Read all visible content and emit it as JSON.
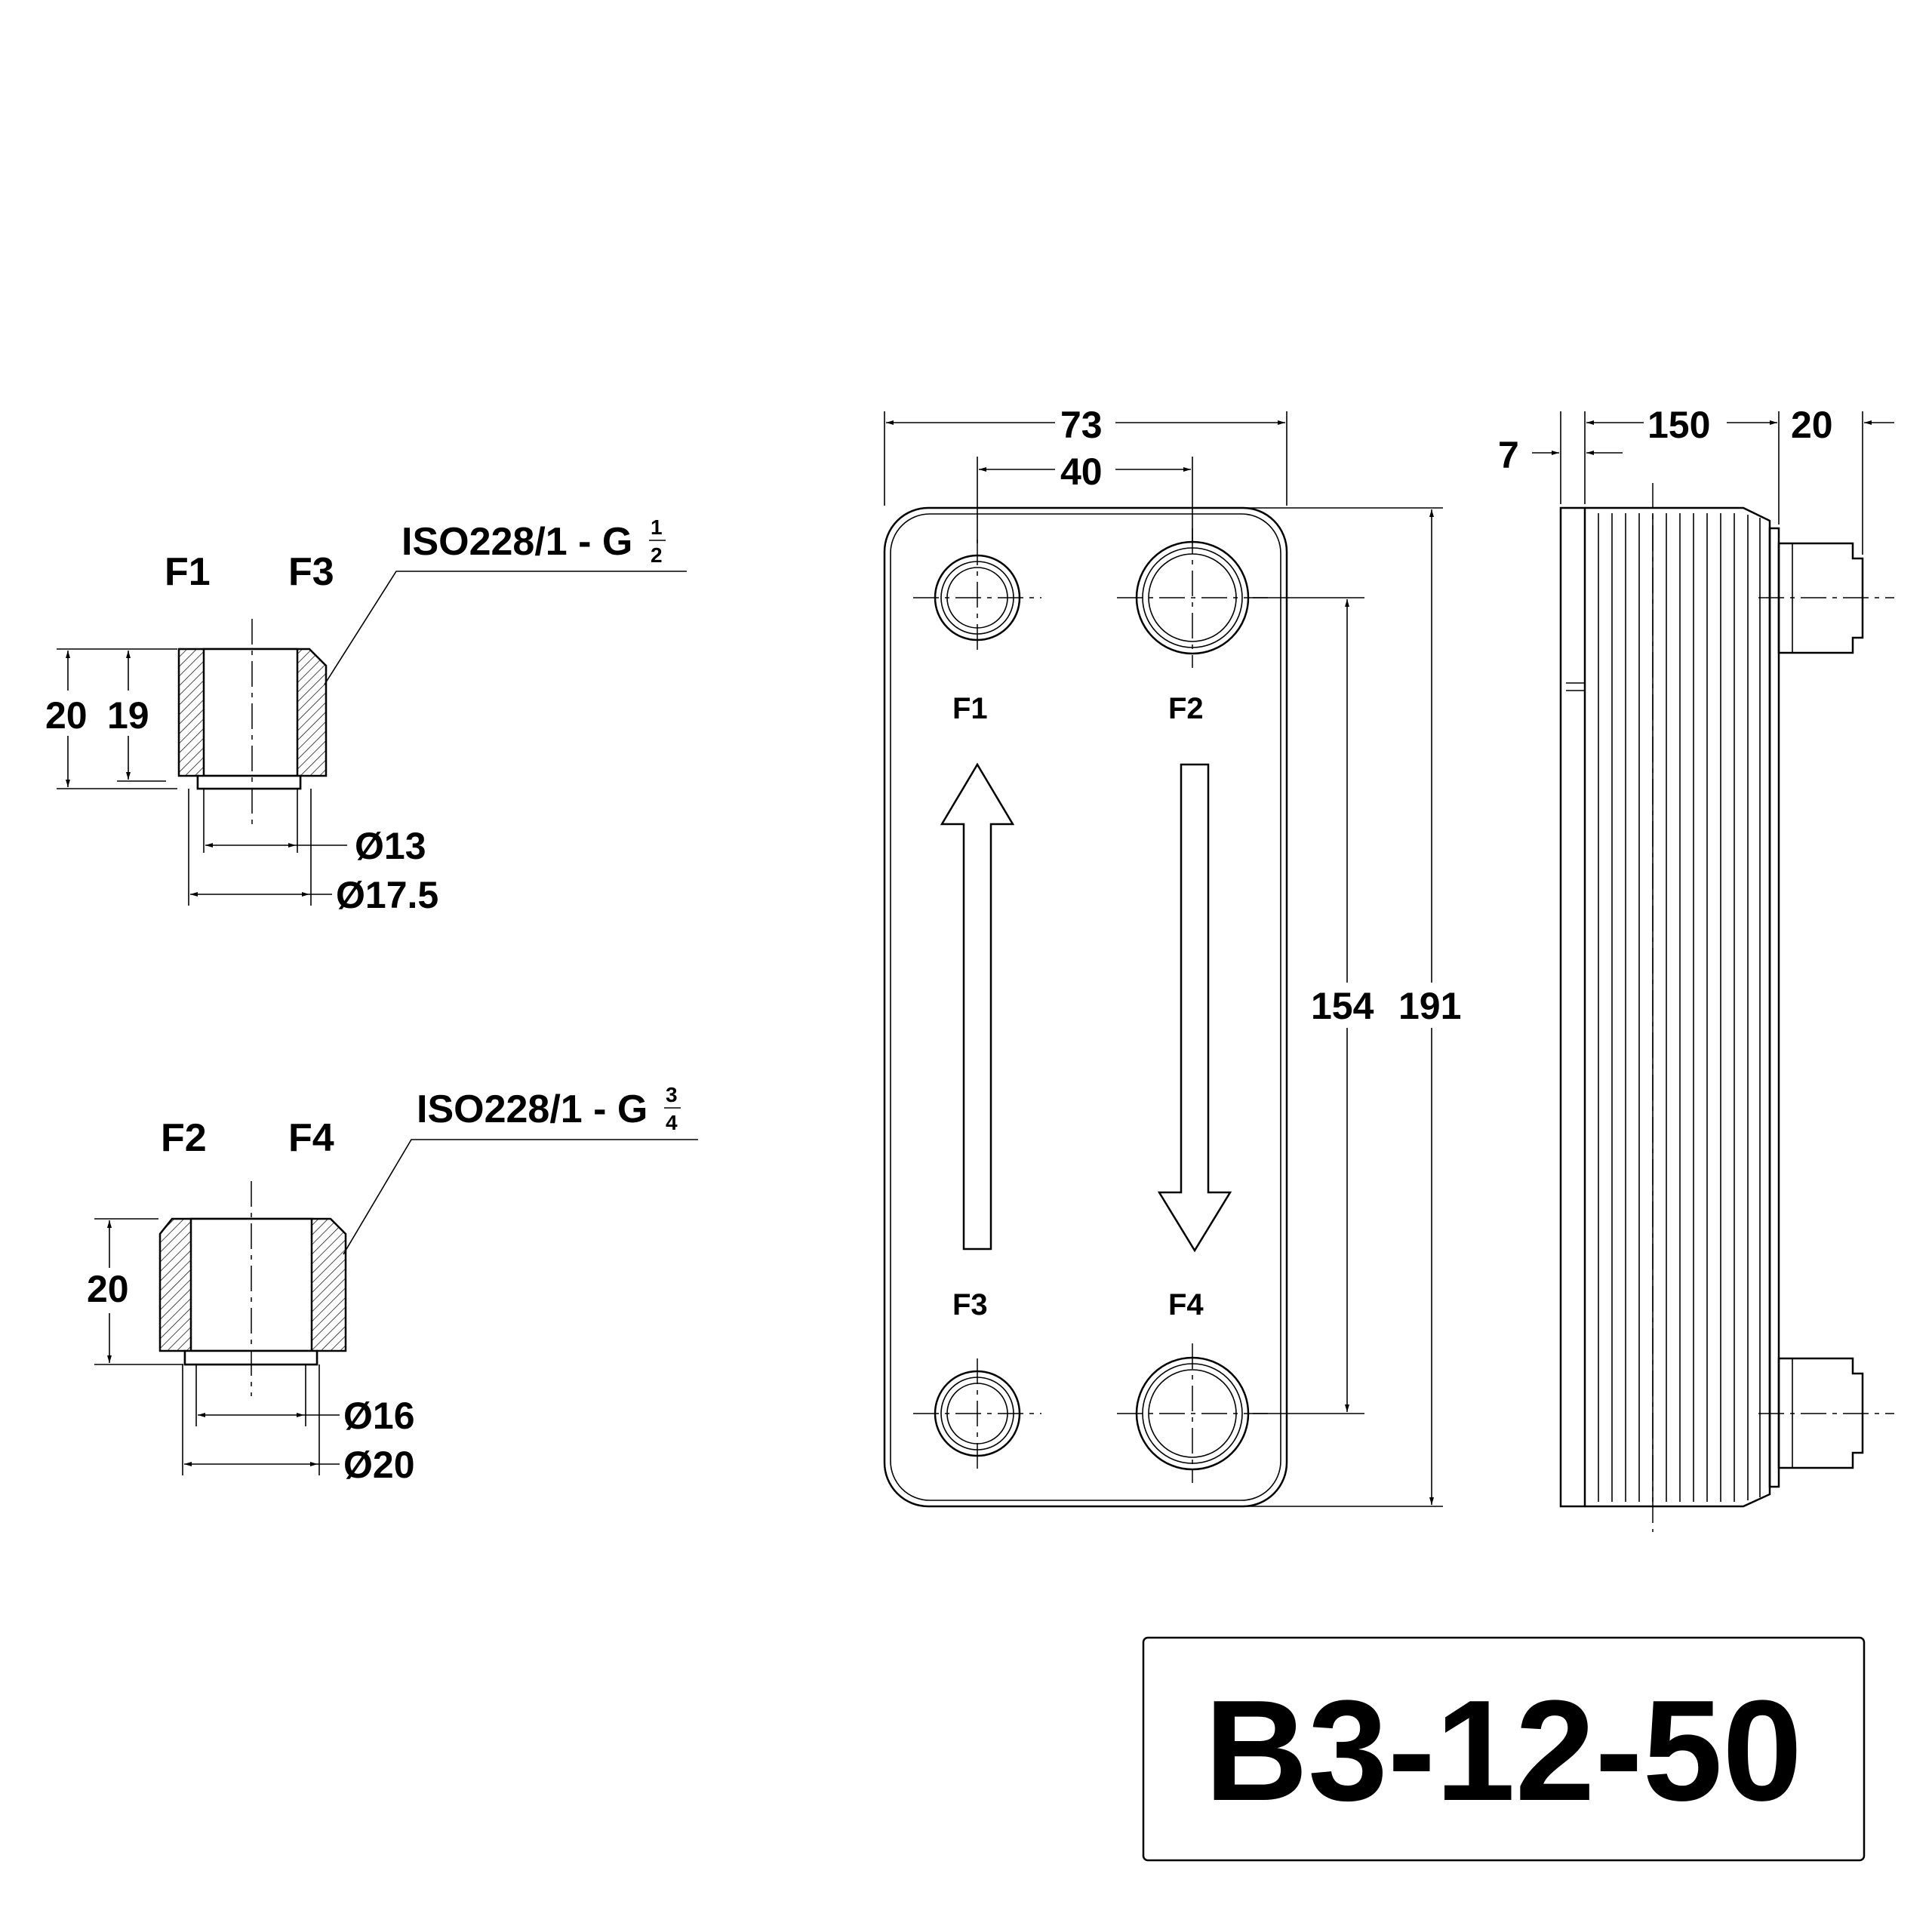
{
  "fittings": {
    "small": {
      "port_a": "F1",
      "port_b": "F3",
      "thread_prefix": "ISO228/1 - G",
      "thread_num": "1",
      "thread_den": "2",
      "dim_outer_height": "20",
      "dim_inner_height": "19",
      "dim_inner_dia": "Ø13",
      "dim_outer_dia": "Ø17.5"
    },
    "large": {
      "port_a": "F2",
      "port_b": "F4",
      "thread_prefix": "ISO228/1 - G",
      "thread_num": "3",
      "thread_den": "4",
      "dim_height": "20",
      "dim_inner_dia": "Ø16",
      "dim_outer_dia": "Ø20"
    }
  },
  "front_view": {
    "dim_width": "73",
    "dim_port_spacing_x": "40",
    "dim_port_spacing_y": "154",
    "dim_height": "191",
    "ports": [
      "F1",
      "F2",
      "F3",
      "F4"
    ]
  },
  "side_view": {
    "dim_plate": "7",
    "dim_depth": "150",
    "dim_connection": "20"
  },
  "title_block": {
    "model": "B3-12-50"
  }
}
